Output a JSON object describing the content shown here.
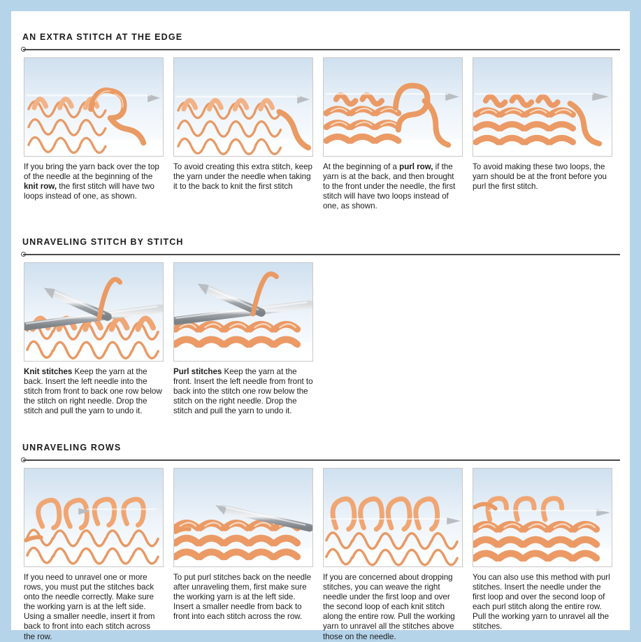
{
  "page": {
    "background_color": "#b5d4ea",
    "paper_color": "#ffffff",
    "rule_color": "#4a4a4a",
    "yarn_color": "#f0a070",
    "needle_color": "#9a9a9a"
  },
  "sections": [
    {
      "title": "AN EXTRA STITCH AT THE EDGE",
      "panels": [
        {
          "figure_name": "knit-row-extra-loop-figure",
          "caption_html": "If you bring the yarn back over the top of the needle at the beginning of the <b>knit row,</b> the first stitch will have two loops instead of one, as shown.",
          "caption_text": "If you bring the yarn back over the top of the needle at the beginning of the knit row, the first stitch will have two loops instead of one, as shown."
        },
        {
          "figure_name": "avoid-extra-stitch-knit-figure",
          "caption_html": "To avoid creating this extra stitch, keep the yarn under the needle when taking it to the back to knit the first stitch",
          "caption_text": "To avoid creating this extra stitch, keep the yarn under the needle when taking it to the back to knit the first stitch"
        },
        {
          "figure_name": "purl-row-extra-loop-figure",
          "caption_html": "At the beginning of a <b>purl row,</b> if the yarn is at the back, and then brought to the front under the needle, the first stitch will have two loops instead of one, as shown.",
          "caption_text": "At the beginning of a purl row, if the yarn is at the back, and then brought to the front under the needle, the first stitch will have two loops instead of one, as shown."
        },
        {
          "figure_name": "avoid-two-loops-purl-figure",
          "caption_html": "To avoid making these two loops, the yarn should be at the front before you purl the first stitch.",
          "caption_text": "To avoid making these two loops, the yarn should be at the front before you purl the first stitch."
        }
      ]
    },
    {
      "title": "UNRAVELING STITCH BY STITCH",
      "panels": [
        {
          "figure_name": "unravel-knit-stitch-figure",
          "caption_html": "<b>Knit stitches</b> Keep the yarn at the back. Insert the left needle into the stitch from front to back one row below the stitch on right needle. Drop the stitch and pull the yarn to undo it.",
          "caption_text": "Knit stitches Keep the yarn at the back. Insert the left needle into the stitch from front to back one row below the stitch on right needle. Drop the stitch and pull the yarn to undo it."
        },
        {
          "figure_name": "unravel-purl-stitch-figure",
          "caption_html": "<b>Purl stitches</b> Keep the yarn at the front. Insert the left needle from front to back into the stitch one row below the stitch on the right needle. Drop the stitch and pull the yarn to undo it.",
          "caption_text": "Purl stitches Keep the yarn at the front. Insert the left needle from front to back into the stitch one row below the stitch on the right needle. Drop the stitch and pull the yarn to undo it."
        }
      ]
    },
    {
      "title": "UNRAVELING ROWS",
      "panels": [
        {
          "figure_name": "unravel-rows-knit-replace-figure",
          "caption_html": "If you need to unravel one or more rows, you must put the stitches back onto the needle correctly. Make sure the working yarn is at the left side. Using a smaller needle, insert it from back to front into each stitch across the row.",
          "caption_text": "If you need to unravel one or more rows, you must put the stitches back onto the needle correctly. Make sure the working yarn is at the left side. Using a smaller needle, insert it from back to front into each stitch across the row."
        },
        {
          "figure_name": "unravel-rows-purl-replace-figure",
          "caption_html": "To put purl stitches back on the needle after unraveling them, first make sure the working yarn is at the left side. Insert a smaller needle from back to front into each stitch across the row.",
          "caption_text": "To put purl stitches back on the needle after unraveling them, first make sure the working yarn is at the left side. Insert a smaller needle from back to front into each stitch across the row."
        },
        {
          "figure_name": "weave-needle-knit-figure",
          "caption_html": "If you are concerned about dropping stitches, you can weave the right needle under the first loop and over the second loop of each knit stitch along the entire row. Pull the working yarn to unravel all the stitches above those on the needle.",
          "caption_text": "If you are concerned about dropping stitches, you can weave the right needle under the first loop and over the second loop of each knit stitch along the entire row. Pull the working yarn to unravel all the stitches above those on the needle."
        },
        {
          "figure_name": "weave-needle-purl-figure",
          "caption_html": "You can also use this method with purl stitches. Insert the needle under the first loop and over the second loop of each purl stitch along the entire row. Pull the working yarn to unravel all the stitches.",
          "caption_text": "You can also use this method with purl stitches. Insert the needle under the first loop and over the second loop of each purl stitch along the entire row. Pull the working yarn to unravel all the stitches."
        }
      ]
    }
  ]
}
